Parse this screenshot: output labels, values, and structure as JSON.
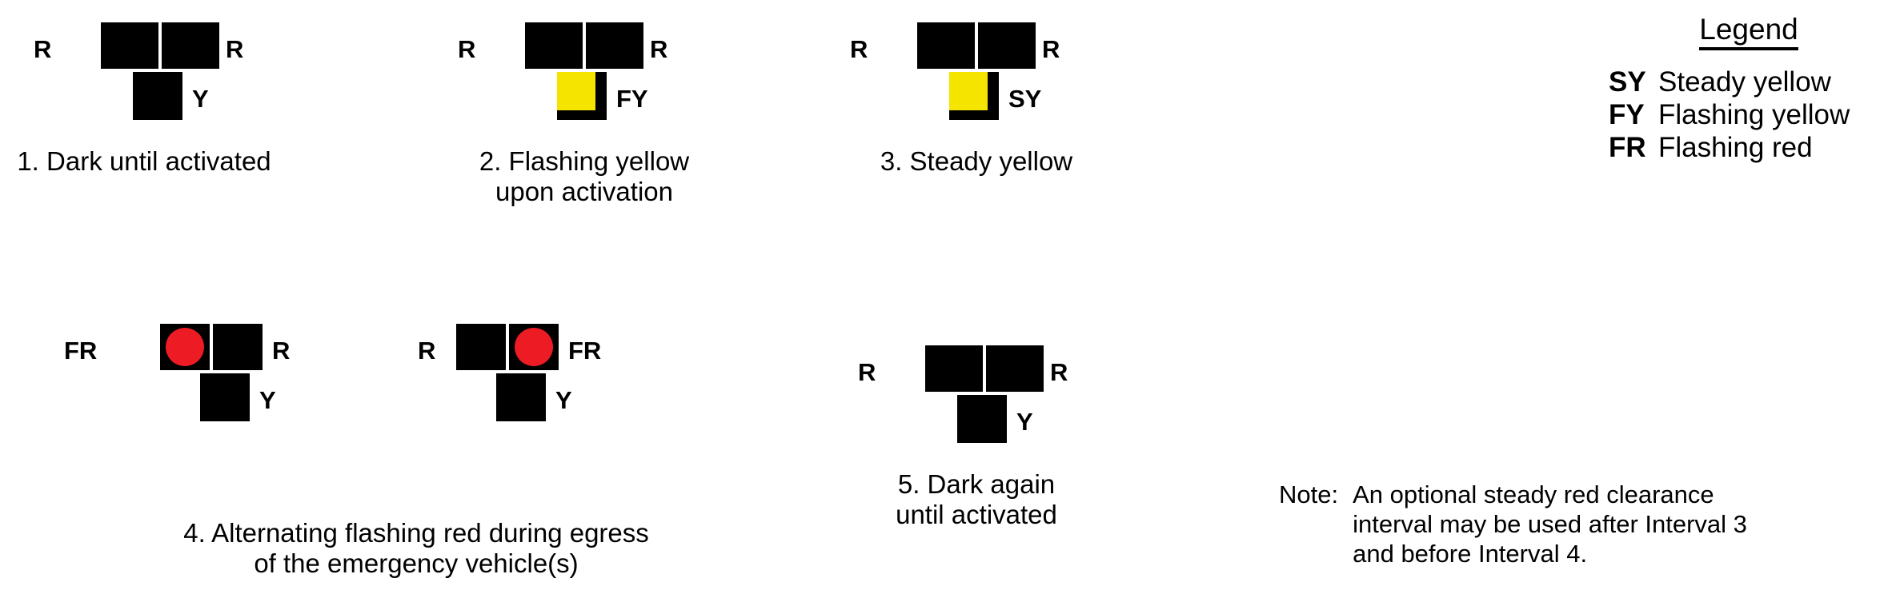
{
  "diagram": {
    "title_implied": "Emergency vehicle preemption signal sequence",
    "colors": {
      "lamp_housing": "#000000",
      "yellow": "#F5E400",
      "red": "#ED1C24",
      "background": "#FFFFFF",
      "text": "#000000"
    },
    "intervals": [
      {
        "number": "1",
        "caption": "1. Dark until activated",
        "left_label": "R",
        "right_label": "R",
        "bottom_label": "Y",
        "left_lamp_state": "dark",
        "right_lamp_state": "dark",
        "bottom_lamp_state": "dark"
      },
      {
        "number": "2",
        "caption": "2. Flashing yellow\nupon activation",
        "left_label": "R",
        "right_label": "R",
        "bottom_label": "FY",
        "left_lamp_state": "dark",
        "right_lamp_state": "dark",
        "bottom_lamp_state": "yellow"
      },
      {
        "number": "3",
        "caption": "3. Steady yellow",
        "left_label": "R",
        "right_label": "R",
        "bottom_label": "SY",
        "left_lamp_state": "dark",
        "right_lamp_state": "dark",
        "bottom_lamp_state": "yellow"
      },
      {
        "number": "4a",
        "caption": "",
        "left_label": "FR",
        "right_label": "R",
        "bottom_label": "Y",
        "left_lamp_state": "red",
        "right_lamp_state": "dark",
        "bottom_lamp_state": "dark"
      },
      {
        "number": "4b",
        "caption": "",
        "left_label": "R",
        "right_label": "FR",
        "bottom_label": "Y",
        "left_lamp_state": "dark",
        "right_lamp_state": "red",
        "bottom_lamp_state": "dark"
      },
      {
        "number": "5",
        "caption": "5. Dark again\nuntil activated",
        "left_label": "R",
        "right_label": "R",
        "bottom_label": "Y",
        "left_lamp_state": "dark",
        "right_lamp_state": "dark",
        "bottom_lamp_state": "dark"
      }
    ],
    "caption_4": "4. Alternating flashing red during egress\nof the emergency vehicle(s)"
  },
  "legend": {
    "title": "Legend",
    "entries": [
      {
        "abbr": "SY",
        "description": "Steady yellow"
      },
      {
        "abbr": "FY",
        "description": "Flashing yellow"
      },
      {
        "abbr": "FR",
        "description": "Flashing red"
      }
    ]
  },
  "note": {
    "label": "Note:",
    "text": "An optional steady red clearance\ninterval may be used after Interval 3\nand before Interval 4."
  }
}
